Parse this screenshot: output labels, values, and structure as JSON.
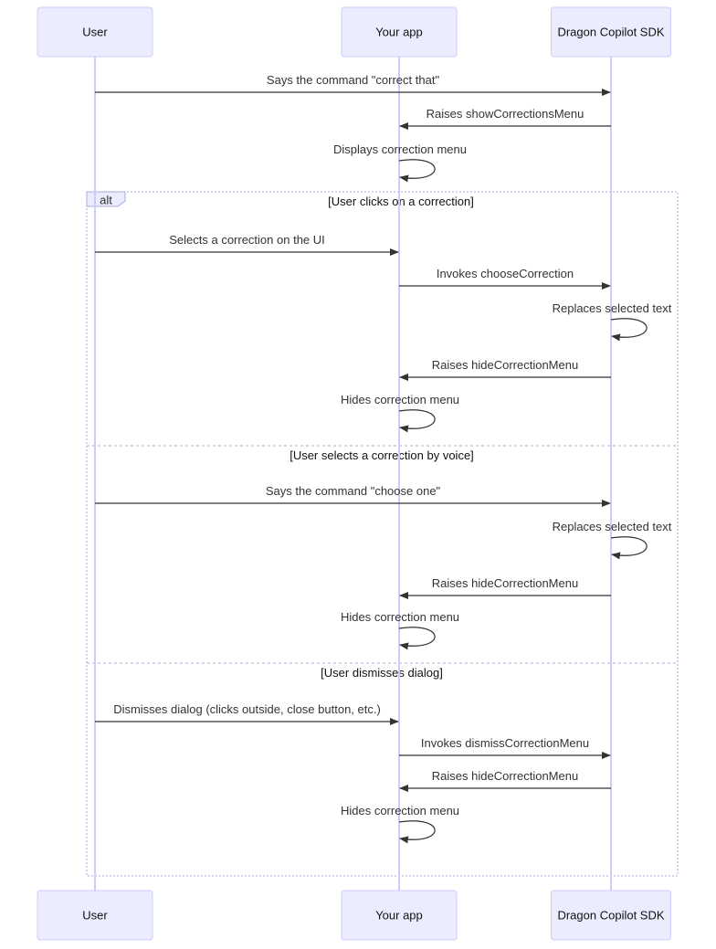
{
  "participants": [
    {
      "id": "user",
      "label": "User"
    },
    {
      "id": "app",
      "label": "Your app"
    },
    {
      "id": "sdk",
      "label": "Dragon Copilot SDK"
    }
  ],
  "messages_before": [
    {
      "from": "user",
      "to": "sdk",
      "text": "Says the command \"correct that\""
    },
    {
      "from": "sdk",
      "to": "app",
      "text": "Raises showCorrectionsMenu"
    },
    {
      "from": "app",
      "to": "app",
      "text": "Displays correction menu"
    }
  ],
  "alt": {
    "label": "alt",
    "sections": [
      {
        "condition": "[User clicks on a correction]",
        "messages": [
          {
            "from": "user",
            "to": "app",
            "text": "Selects a correction on the UI"
          },
          {
            "from": "app",
            "to": "sdk",
            "text": "Invokes chooseCorrection"
          },
          {
            "from": "sdk",
            "to": "sdk",
            "text": "Replaces selected text"
          },
          {
            "from": "sdk",
            "to": "app",
            "text": "Raises hideCorrectionMenu"
          },
          {
            "from": "app",
            "to": "app",
            "text": "Hides correction menu"
          }
        ]
      },
      {
        "condition": "[User selects a correction by voice]",
        "messages": [
          {
            "from": "user",
            "to": "sdk",
            "text": "Says the command \"choose one\""
          },
          {
            "from": "sdk",
            "to": "sdk",
            "text": "Replaces selected text"
          },
          {
            "from": "sdk",
            "to": "app",
            "text": "Raises hideCorrectionMenu"
          },
          {
            "from": "app",
            "to": "app",
            "text": "Hides correction menu"
          }
        ]
      },
      {
        "condition": "[User dismisses dialog]",
        "messages": [
          {
            "from": "user",
            "to": "app",
            "text": "Dismisses dialog (clicks outside, close button, etc.)"
          },
          {
            "from": "app",
            "to": "sdk",
            "text": "Invokes dismissCorrectionMenu"
          },
          {
            "from": "sdk",
            "to": "app",
            "text": "Raises hideCorrectionMenu"
          },
          {
            "from": "app",
            "to": "app",
            "text": "Hides correction menu"
          }
        ]
      }
    ]
  },
  "colors": {
    "actor_fill": "#ECECFF",
    "actor_stroke": "#CCCCFF",
    "lifeline": "#CCCCFF",
    "message": "#333333",
    "frame": "#AAAADD"
  }
}
